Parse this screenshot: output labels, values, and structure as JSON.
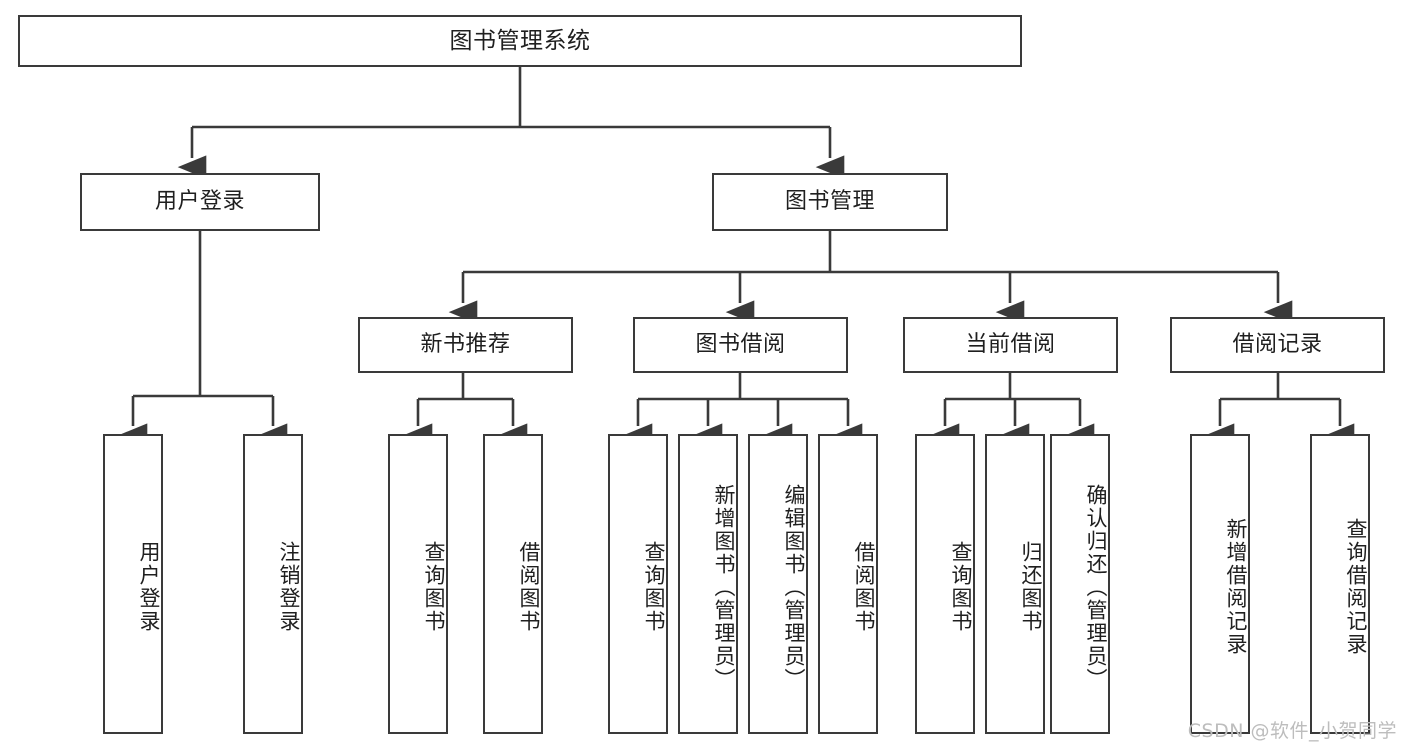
{
  "diagram": {
    "title": "图书管理系统",
    "type": "tree-hierarchy-chart",
    "levels": 4,
    "colors": {
      "stroke": "#3a3a3a",
      "fill": "#ffffff",
      "text": "#1f1f1f",
      "watermark": "#bdbdbd"
    }
  },
  "root": {
    "label": "图书管理系统"
  },
  "level2": [
    {
      "label": "用户登录"
    },
    {
      "label": "图书管理"
    }
  ],
  "level3": [
    {
      "label": "新书推荐"
    },
    {
      "label": "图书借阅"
    },
    {
      "label": "当前借阅"
    },
    {
      "label": "借阅记录"
    }
  ],
  "leaves": {
    "user_login": [
      {
        "label": "用户登录"
      },
      {
        "label": "注销登录"
      }
    ],
    "new_book_recommend": [
      {
        "label": "查询图书"
      },
      {
        "label": "借阅图书"
      }
    ],
    "book_borrow": [
      {
        "label": "查询图书"
      },
      {
        "label": "新增图书（管理员）"
      },
      {
        "label": "编辑图书（管理员）"
      },
      {
        "label": "借阅图书"
      }
    ],
    "current_borrow": [
      {
        "label": "查询图书"
      },
      {
        "label": "归还图书"
      },
      {
        "label": "确认归还（管理员）"
      }
    ],
    "borrow_records": [
      {
        "label": "新增借阅记录"
      },
      {
        "label": "查询借阅记录"
      }
    ]
  },
  "watermark": {
    "text": "CSDN @软件_小贺同学"
  }
}
